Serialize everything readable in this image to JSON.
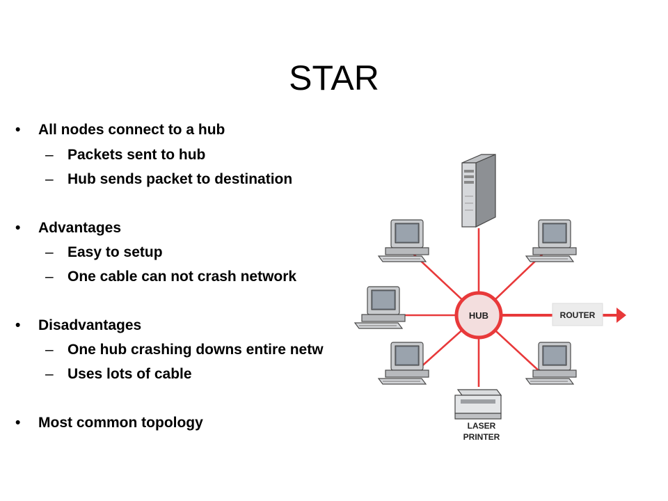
{
  "slide": {
    "title": "STAR",
    "bullets": [
      {
        "text": "All nodes connect to a hub",
        "sub": [
          "Packets sent to hub",
          "Hub sends packet to destination"
        ]
      },
      {
        "text": "Advantages",
        "sub": [
          "Easy to setup",
          "One cable can not crash network"
        ]
      },
      {
        "text": "Disadvantages",
        "sub": [
          "One hub crashing downs entire netw",
          "Uses lots of cable"
        ]
      },
      {
        "text": "Most common topology",
        "sub": []
      }
    ],
    "bullet_glyph": "•",
    "dash_glyph": "–"
  },
  "diagram": {
    "hub_label": "HUB",
    "router_label": "ROUTER",
    "printer_label_line1": "LASER",
    "printer_label_line2": "PRINTER",
    "cable_color": "#e8393a",
    "hub_fill": "#f3dede",
    "router_fill": "#ececec"
  }
}
